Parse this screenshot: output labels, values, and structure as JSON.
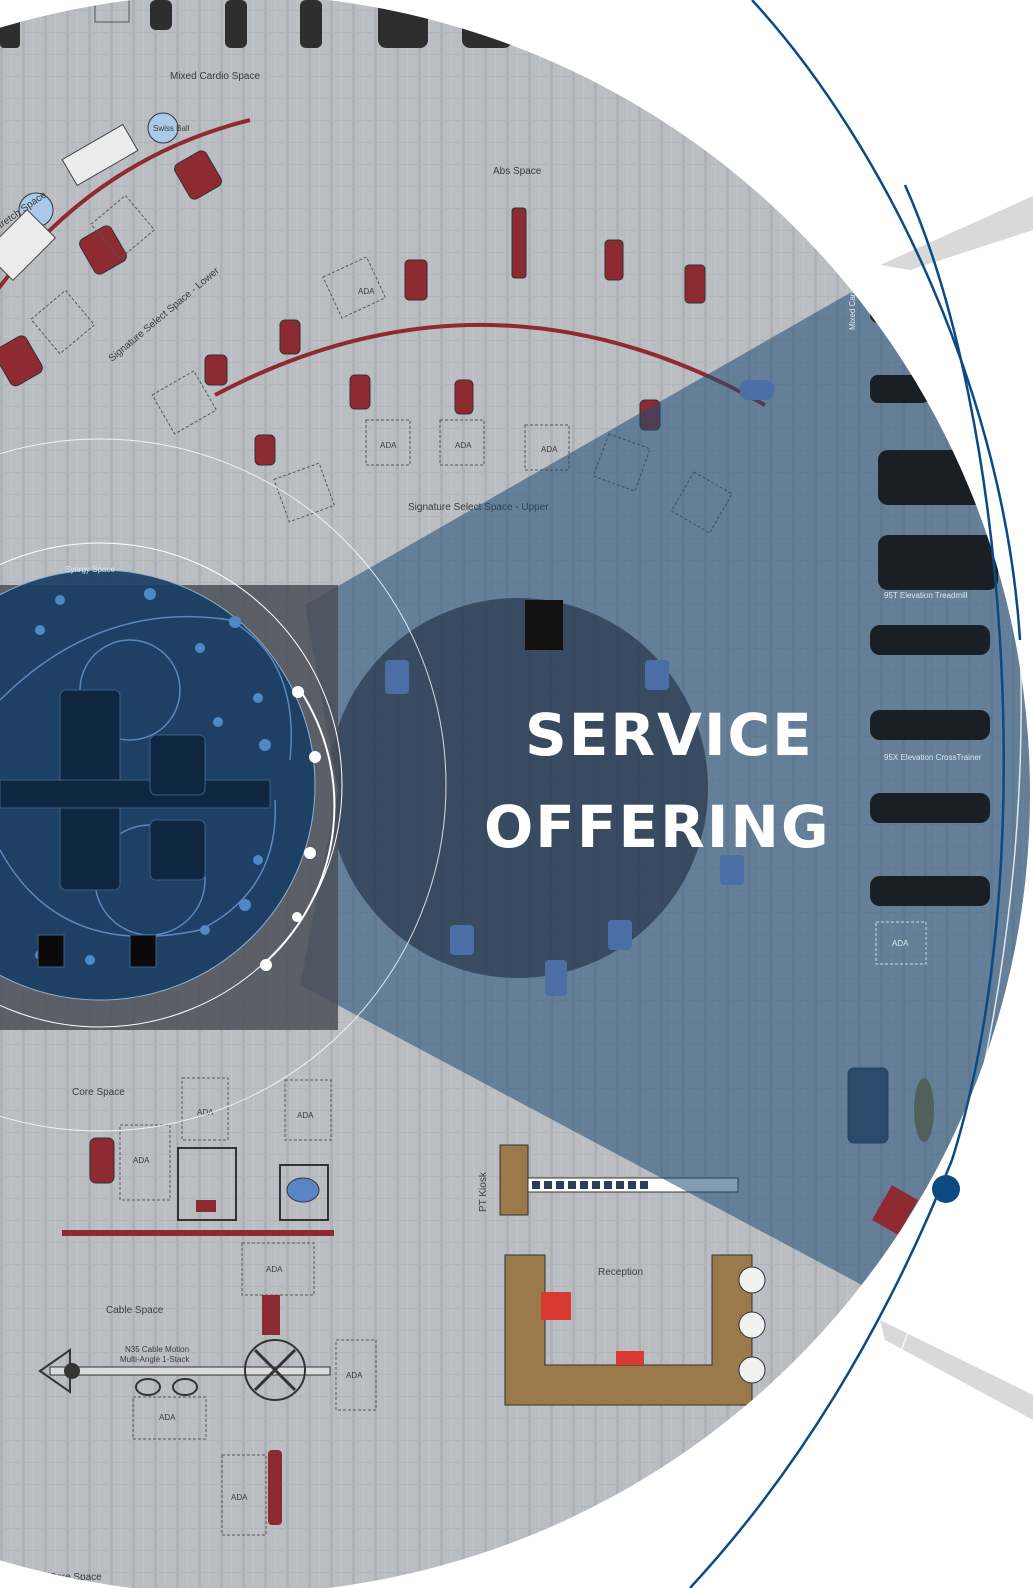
{
  "title": {
    "line1": "SERVICE",
    "line2": "OFFERING"
  },
  "floorplan": {
    "zones": {
      "mixed_cardio": "Mixed Cardio Space",
      "mixed_cardio_vertical": "Mixed Cardio Space",
      "abs": "Abs Space",
      "stretch": "Stretch Space",
      "signature_lower": "Signature Select Space - Lower",
      "signature_upper": "Signature Select Space - Upper",
      "synrgy": "Synrgy Space",
      "core": "Core Space",
      "cable": "Cable Space",
      "functional_core": "Functional/Core Space",
      "reception": "Reception",
      "pt_kiosk": "PT Kiosk"
    },
    "ada_label": "ADA",
    "swiss_ball": "Swiss Ball",
    "cable_motion": "N35 Cable Motion",
    "cable_motion_sub": "Multi-Angle 1-Stack",
    "elevation_crosstrainer": "95X Elevation CrossTrainer",
    "elevation_treadmill": "95T Elevation Treadmill"
  },
  "colors": {
    "background": "#b9bdc2",
    "grid_lines": "#aeb2b7",
    "equipment_red": "#8e2a31",
    "navy_overlay": "#1f4a75",
    "accent_blue": "#0b4a82",
    "reception_tan": "#9a7a4b"
  }
}
